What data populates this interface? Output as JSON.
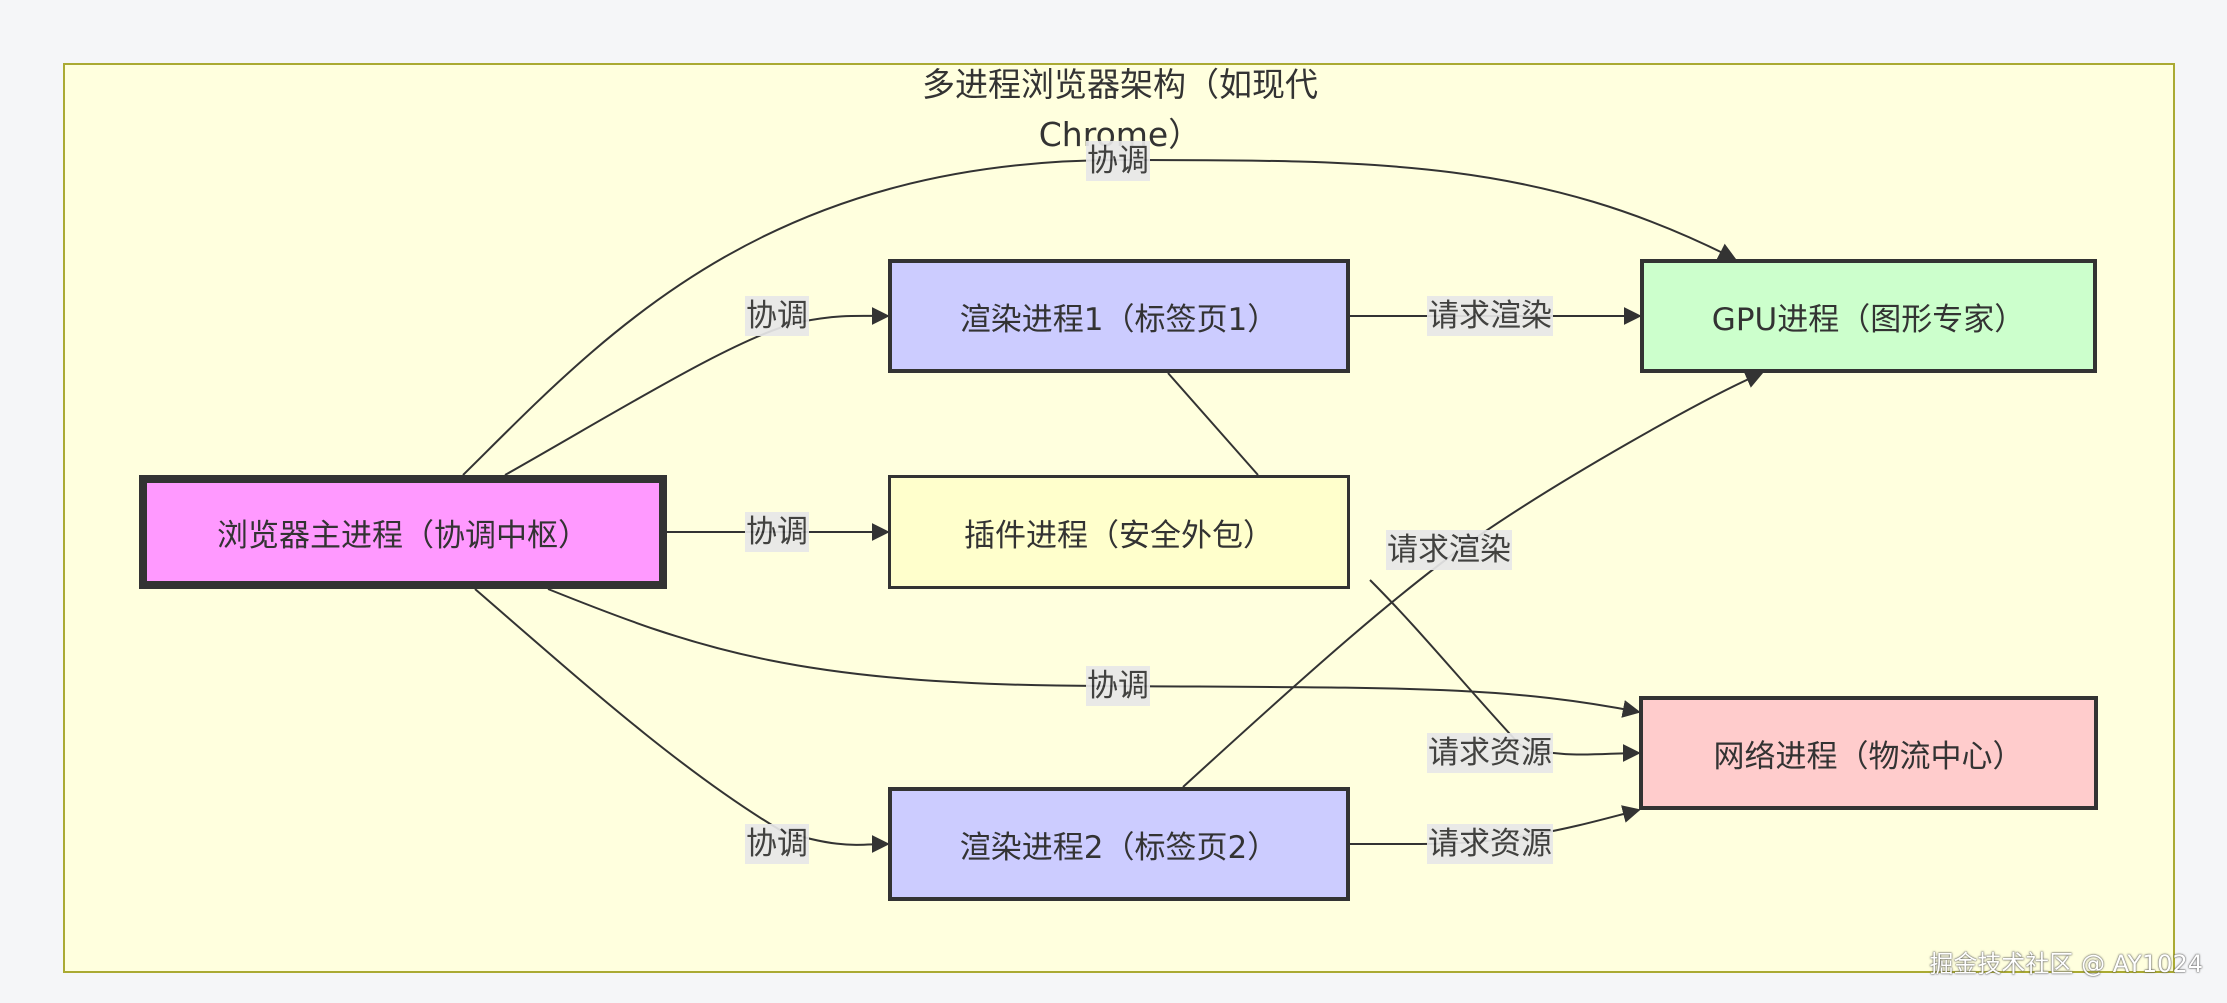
{
  "diagram": {
    "title": "多进程浏览器架构（如现代 Chrome）",
    "title_line1": "多进程浏览器架构（如现代",
    "title_line2": "Chrome）",
    "nodes": {
      "browser": "浏览器主进程（协调中枢）",
      "render1": "渲染进程1（标签页1）",
      "plugin": "插件进程（安全外包）",
      "render2": "渲染进程2（标签页2）",
      "gpu": "GPU进程（图形专家）",
      "network": "网络进程（物流中心）"
    },
    "edges": [
      {
        "from": "浏览器主进程（协调中枢）",
        "to": "GPU进程（图形专家）",
        "label": "协调"
      },
      {
        "from": "浏览器主进程（协调中枢）",
        "to": "渲染进程1（标签页1）",
        "label": "协调"
      },
      {
        "from": "浏览器主进程（协调中枢）",
        "to": "插件进程（安全外包）",
        "label": "协调"
      },
      {
        "from": "浏览器主进程（协调中枢）",
        "to": "网络进程（物流中心）",
        "label": "协调"
      },
      {
        "from": "浏览器主进程（协调中枢）",
        "to": "渲染进程2（标签页2）",
        "label": "协调"
      },
      {
        "from": "渲染进程1（标签页1）",
        "to": "GPU进程（图形专家）",
        "label": "请求渲染"
      },
      {
        "from": "渲染进程2（标签页2）",
        "to": "GPU进程（图形专家）",
        "label": "请求渲染"
      },
      {
        "from": "渲染进程1（标签页1）",
        "to": "网络进程（物流中心）",
        "label": "请求资源"
      },
      {
        "from": "渲染进程2（标签页2）",
        "to": "网络进程（物流中心）",
        "label": "请求资源"
      }
    ],
    "labels": {
      "coord": "协调",
      "request_render": "请求渲染",
      "request_resource": "请求资源"
    },
    "colors": {
      "browser": "#ff99ff",
      "render": "#ccccff",
      "plugin": "#ffffcc",
      "gpu": "#ccffcc",
      "network": "#ffcccc",
      "subgraph_fill": "#ffffde",
      "subgraph_border": "#aaaa33",
      "edge": "#333333"
    }
  },
  "watermark": "掘金技术社区 @ AY1024"
}
